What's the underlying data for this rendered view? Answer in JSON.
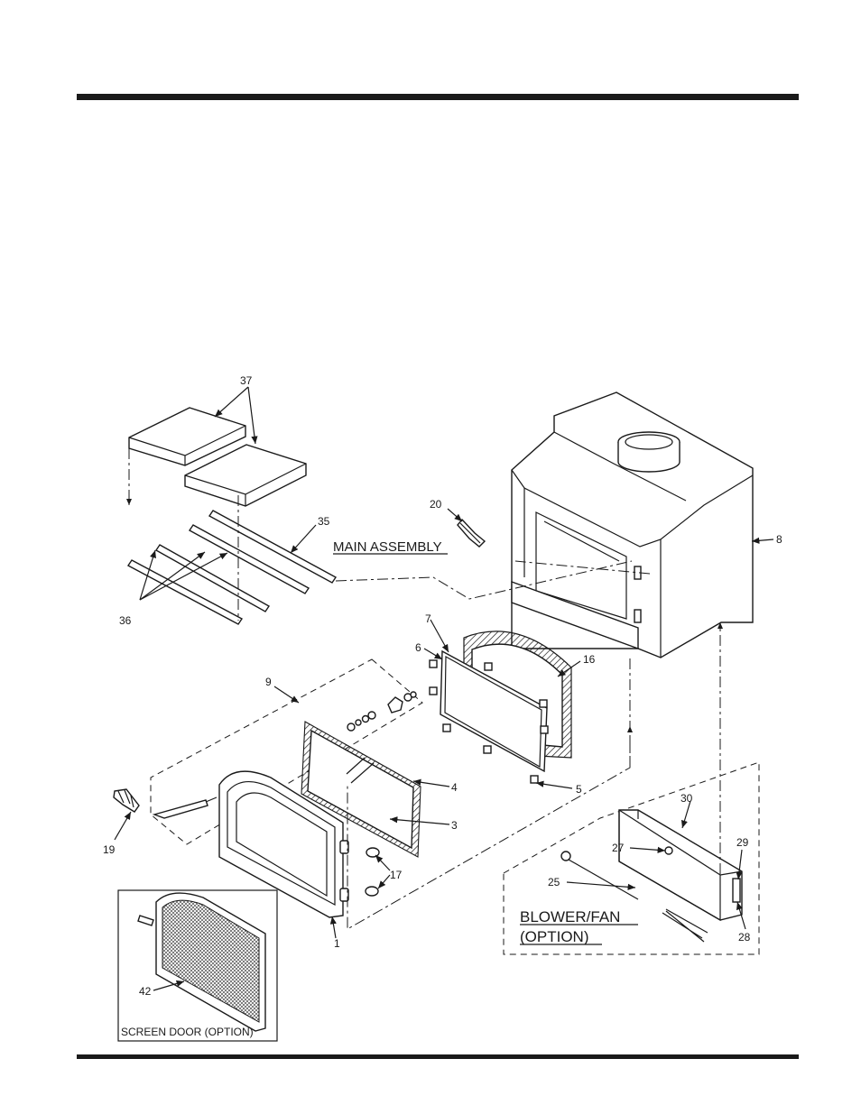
{
  "diagram": {
    "assembly_labels": {
      "main": "MAIN ASSEMBLY",
      "blower_line1": "BLOWER/FAN",
      "blower_line2": "(OPTION)",
      "screen_door": "SCREEN DOOR (OPTION)"
    },
    "part_numbers": {
      "p1": "1",
      "p3": "3",
      "p4": "4",
      "p5": "5",
      "p6": "6",
      "p7": "7",
      "p8": "8",
      "p9": "9",
      "p16": "16",
      "p17": "17",
      "p19": "19",
      "p20": "20",
      "p25": "25",
      "p27": "27",
      "p28": "28",
      "p29": "29",
      "p30": "30",
      "p35": "35",
      "p36": "36",
      "p37": "37",
      "p42": "42"
    }
  }
}
